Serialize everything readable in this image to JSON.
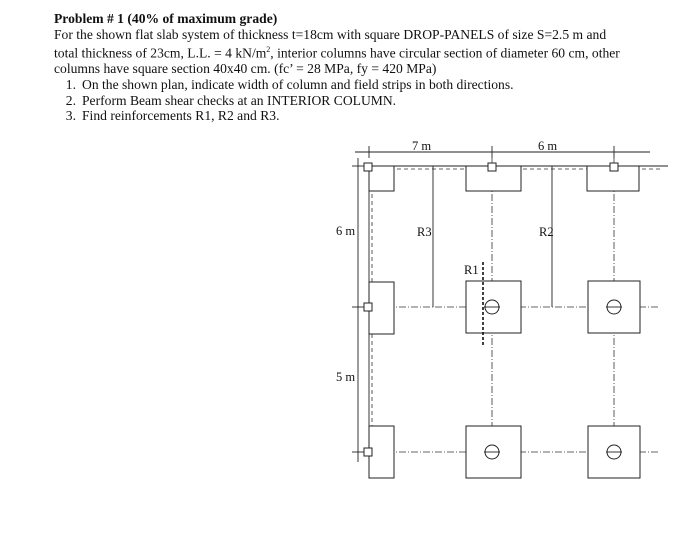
{
  "problem": {
    "title": "Problem # 1 (40% of maximum grade)",
    "intro_line1": "For the shown flat slab system of thickness t=18cm with square DROP-PANELS of size S=2.5 m and",
    "intro_line2_a": "total thickness of 23cm, L.L. = 4 kN/m",
    "intro_line2_sup": "2",
    "intro_line2_b": ", interior columns have circular section of diameter 60 cm, other",
    "intro_line3": "columns have square section 40x40 cm.  (fc’ = 28 MPa, fy = 420 MPa)",
    "tasks": [
      {
        "num": "1.",
        "text": "On the shown plan, indicate width of column and field strips in both directions."
      },
      {
        "num": "2.",
        "text": "Perform Beam shear checks at an INTERIOR COLUMN."
      },
      {
        "num": "3.",
        "text": "Find reinforcements R1, R2 and R3."
      }
    ]
  },
  "plan": {
    "span_x1": "7 m",
    "span_x2": "6 m",
    "span_y1": "6 m",
    "span_y2": "5 m",
    "label_r1": "R1",
    "label_r2": "R2",
    "label_r3": "R3"
  }
}
